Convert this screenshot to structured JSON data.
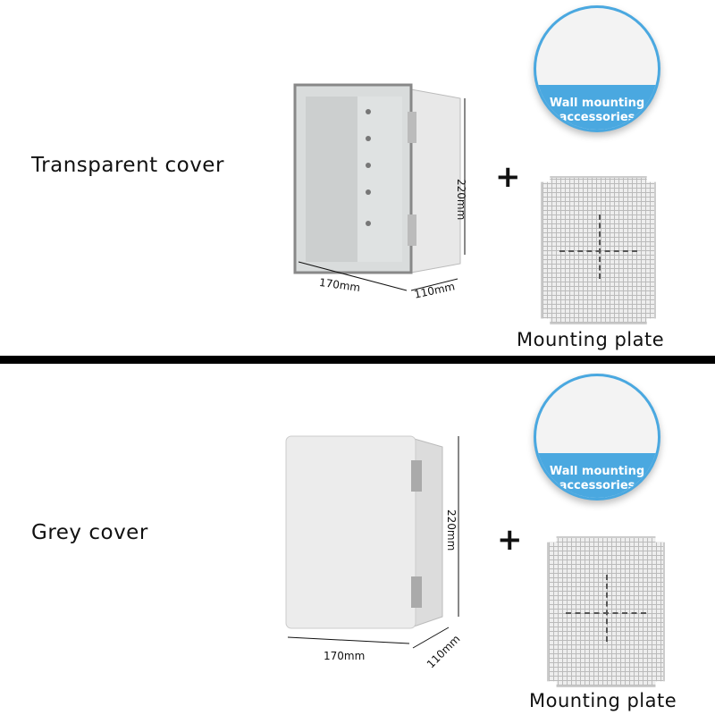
{
  "top": {
    "label": "Transparent cover",
    "height": "220mm",
    "width": "170mm",
    "depth": "110mm",
    "plus": "+",
    "accessories": [
      "Wall mounting",
      "accessories"
    ],
    "plate_label": "Mounting plate"
  },
  "bottom": {
    "label": "Grey cover",
    "height": "220mm",
    "width": "170mm",
    "depth": "110mm",
    "plus": "+",
    "accessories": [
      "Wall mounting",
      "accessories"
    ],
    "plate_label": "Mounting plate"
  },
  "colors": {
    "accent": "#4aa8e0"
  }
}
